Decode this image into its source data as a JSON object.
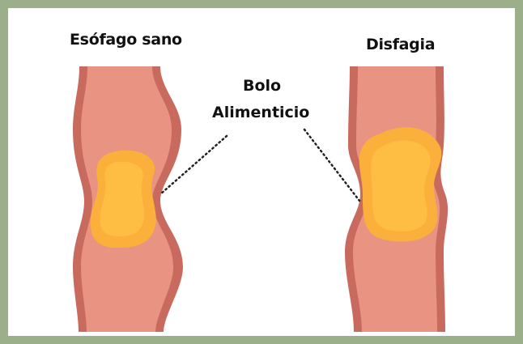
{
  "labels": {
    "healthy": "Esófago sano",
    "dysphagia": "Disfagia",
    "bolus_line1": "Bolo",
    "bolus_line2": "Alimenticio"
  },
  "colors": {
    "frame": "#9bb08a",
    "esophagus_outer": "#c86b5e",
    "esophagus_inner": "#e99383",
    "bolus": "#fbb03b",
    "bolus_highlight": "#ffd65c"
  }
}
